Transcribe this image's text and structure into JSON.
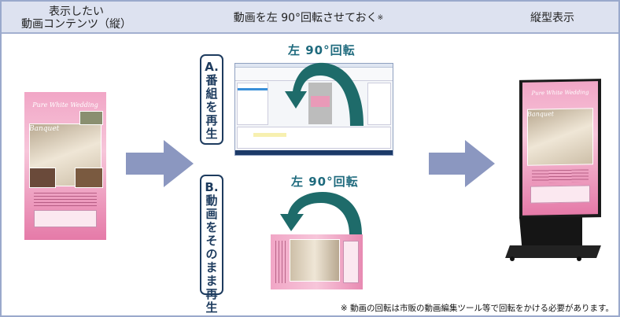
{
  "header": {
    "col1_line1": "表示したい",
    "col1_line2": "動画コンテンツ（縦）",
    "col2": "動画を左 90°回転させておく",
    "col2_mark": "※",
    "col3": "縦型表示"
  },
  "option_a": {
    "letter": "A.",
    "chars": [
      "番",
      "組",
      "を",
      "再",
      "生"
    ],
    "rotate_label": "左 90°回転"
  },
  "option_b": {
    "letter": "B.",
    "chars": [
      "動",
      "画",
      "を",
      "そ",
      "の",
      "ま",
      "ま",
      "再",
      "生"
    ],
    "rotate_label": "左 90°回転"
  },
  "poster": {
    "title": "Pure White Wedding",
    "section": "Banquet"
  },
  "footnote": "※ 動画の回転は市販の動画編集ツール等で回転をかける必要があります。",
  "colors": {
    "header_bg": "#dde2f0",
    "big_arrow": "#8b97c0",
    "curve_arrow": "#1e6a6d",
    "label_border": "#1d3b5e"
  }
}
